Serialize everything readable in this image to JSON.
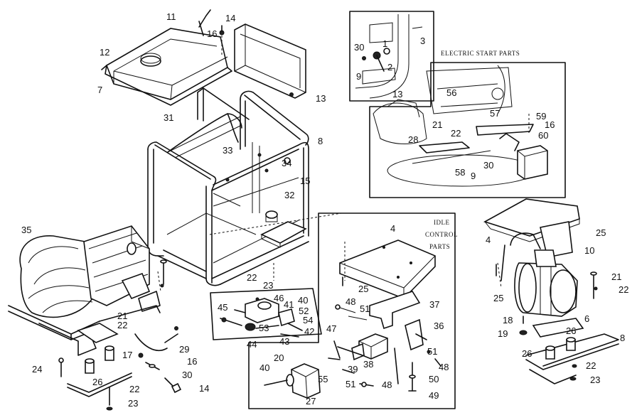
{
  "captions": {
    "electric_start": "ELECTRIC START PARTS",
    "idle_line1": "IDLE",
    "idle_line2": "CONTROL",
    "idle_line3": "PARTS"
  },
  "callouts": [
    {
      "id": "c11",
      "text": "11"
    },
    {
      "id": "c14a",
      "text": "14"
    },
    {
      "id": "c16a",
      "text": "16"
    },
    {
      "id": "c12",
      "text": "12"
    },
    {
      "id": "c7",
      "text": "7"
    },
    {
      "id": "c13a",
      "text": "13"
    },
    {
      "id": "c31",
      "text": "31"
    },
    {
      "id": "c33",
      "text": "33"
    },
    {
      "id": "c8a",
      "text": "8"
    },
    {
      "id": "c34",
      "text": "34"
    },
    {
      "id": "c15",
      "text": "15"
    },
    {
      "id": "c32",
      "text": "32"
    },
    {
      "id": "c35",
      "text": "35"
    },
    {
      "id": "c22a",
      "text": "22"
    },
    {
      "id": "c23a",
      "text": "23"
    },
    {
      "id": "c21a",
      "text": "21"
    },
    {
      "id": "c22b",
      "text": "22"
    },
    {
      "id": "c17",
      "text": "17"
    },
    {
      "id": "c29",
      "text": "29"
    },
    {
      "id": "c16b",
      "text": "16"
    },
    {
      "id": "c30a",
      "text": "30"
    },
    {
      "id": "c14b",
      "text": "14"
    },
    {
      "id": "c24",
      "text": "24"
    },
    {
      "id": "c26a",
      "text": "26"
    },
    {
      "id": "c22c",
      "text": "22"
    },
    {
      "id": "c23b",
      "text": "23"
    },
    {
      "id": "c30b",
      "text": "30"
    },
    {
      "id": "c1",
      "text": "1"
    },
    {
      "id": "c9a",
      "text": "9"
    },
    {
      "id": "c2",
      "text": "2"
    },
    {
      "id": "c3",
      "text": "3"
    },
    {
      "id": "c13b",
      "text": "13"
    },
    {
      "id": "c56",
      "text": "56"
    },
    {
      "id": "c57",
      "text": "57"
    },
    {
      "id": "c21b",
      "text": "21"
    },
    {
      "id": "c22d",
      "text": "22"
    },
    {
      "id": "c59",
      "text": "59"
    },
    {
      "id": "c16c",
      "text": "16"
    },
    {
      "id": "c60",
      "text": "60"
    },
    {
      "id": "c28",
      "text": "28"
    },
    {
      "id": "c58",
      "text": "58"
    },
    {
      "id": "c9b",
      "text": "9"
    },
    {
      "id": "c30c",
      "text": "30"
    },
    {
      "id": "c4a",
      "text": "4"
    },
    {
      "id": "c25a",
      "text": "25"
    },
    {
      "id": "c45",
      "text": "45"
    },
    {
      "id": "c46",
      "text": "46"
    },
    {
      "id": "c41",
      "text": "41"
    },
    {
      "id": "c40a",
      "text": "40"
    },
    {
      "id": "c52",
      "text": "52"
    },
    {
      "id": "c54",
      "text": "54"
    },
    {
      "id": "c53",
      "text": "53"
    },
    {
      "id": "c42",
      "text": "42"
    },
    {
      "id": "c44",
      "text": "44"
    },
    {
      "id": "c43",
      "text": "43"
    },
    {
      "id": "c48a",
      "text": "48"
    },
    {
      "id": "c51a",
      "text": "51"
    },
    {
      "id": "c37",
      "text": "37"
    },
    {
      "id": "c47",
      "text": "47"
    },
    {
      "id": "c36",
      "text": "36"
    },
    {
      "id": "c51b",
      "text": "51"
    },
    {
      "id": "c39",
      "text": "39"
    },
    {
      "id": "c38",
      "text": "38"
    },
    {
      "id": "c48b",
      "text": "48"
    },
    {
      "id": "c20",
      "text": "20"
    },
    {
      "id": "c55",
      "text": "55"
    },
    {
      "id": "c50",
      "text": "50"
    },
    {
      "id": "c40b",
      "text": "40"
    },
    {
      "id": "c51c",
      "text": "51"
    },
    {
      "id": "c48c",
      "text": "48"
    },
    {
      "id": "c27",
      "text": "27"
    },
    {
      "id": "c49",
      "text": "49"
    },
    {
      "id": "c4b",
      "text": "4"
    },
    {
      "id": "c25b",
      "text": "25"
    },
    {
      "id": "c10",
      "text": "10"
    },
    {
      "id": "c25c",
      "text": "25"
    },
    {
      "id": "c21c",
      "text": "21"
    },
    {
      "id": "c22e",
      "text": "22"
    },
    {
      "id": "c18",
      "text": "18"
    },
    {
      "id": "c6",
      "text": "6"
    },
    {
      "id": "c19",
      "text": "19"
    },
    {
      "id": "c26b",
      "text": "26"
    },
    {
      "id": "c8b",
      "text": "8"
    },
    {
      "id": "c26c",
      "text": "26"
    },
    {
      "id": "c22f",
      "text": "22"
    },
    {
      "id": "c23c",
      "text": "23"
    }
  ]
}
